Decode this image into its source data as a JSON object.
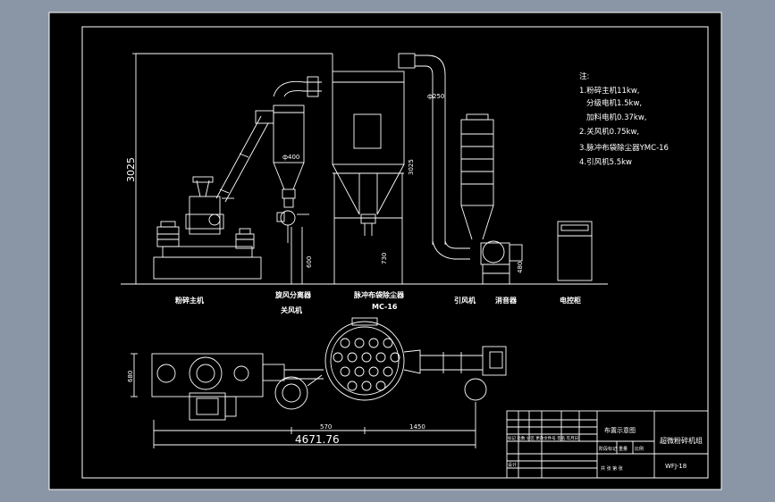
{
  "colors": {
    "background": "#8a96a6",
    "paper": "#000000",
    "line": "#ffffff"
  },
  "notes": {
    "header": "注:",
    "lines": [
      "1.粉碎主机11kw,",
      "分级电机1.5kw,",
      "加料电机0.37kw,",
      "2.关风机0.75kw,",
      "3.脉冲布袋除尘器YMC-16",
      "4.引风机5.5kw"
    ]
  },
  "labels": {
    "crusher": "粉碎主机",
    "cyclone_l1": "旋风分离器",
    "cyclone_l2": "关风机",
    "dust_l1": "脉冲布袋除尘器",
    "dust_l2": "MC-16",
    "fan": "引风机",
    "muffler": "消音器",
    "control": "电控柜"
  },
  "dims": {
    "height_total": "3025",
    "cyclone_dia": "ф400",
    "dust_height": "3025",
    "duct_dia": "ф250",
    "dust_leg": "730",
    "cyclone_leg": "600",
    "fan_leg": "480",
    "plan_width": "680",
    "plan_a": "570",
    "plan_b": "1450",
    "overall": "4671.76"
  },
  "title_block": {
    "drawing_title": "布置示意图",
    "product_name": "超微粉碎机组",
    "drawing_no": "WFJ-18",
    "row_marks": "标记 处数 分区 更改文件号 签名 年月日",
    "designer": "设计",
    "scale_label": "阶段标记",
    "weight_label": "重量",
    "ratio_label": "比例",
    "sheet_text": "共 张 第 张"
  }
}
